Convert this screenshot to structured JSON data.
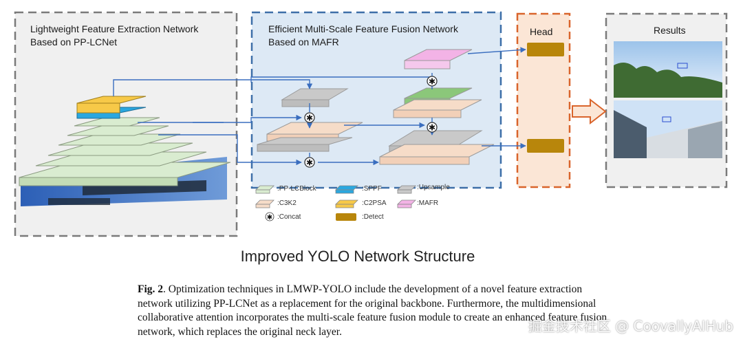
{
  "panels": {
    "extraction": "Lightweight Feature Extraction Network Based on PP-LCNet",
    "extraction_line1": "Lightweight Feature Extraction Network",
    "extraction_line2": "Based on PP-LCNet",
    "fusion_line1": "Efficient Multi-Scale Feature Fusion Network",
    "fusion_line2": "Based on MAFR",
    "head": "Head",
    "results": "Results"
  },
  "legend": [
    {
      "label": ":PP-LCBlock",
      "color": "#d9ecd0"
    },
    {
      "label": ":SPPF",
      "color": "#2aa7df"
    },
    {
      "label": ":Upsample",
      "color": "#c9c9c9"
    },
    {
      "label": ":C3K2",
      "color": "#f6dcc8"
    },
    {
      "label": ":C2PSA",
      "color": "#f7c948"
    },
    {
      "label": ":MAFR",
      "color": "#f3b3e6"
    },
    {
      "label": ":Concat",
      "color": "#ffffff"
    },
    {
      "label": ":Detect",
      "color": "#b8860b"
    }
  ],
  "title": "Improved YOLO Network Structure",
  "caption": {
    "fig": "Fig. 2",
    "line1": ". Optimization techniques in LMWP-YOLO include the development of a novel feature extraction",
    "line2": "network utilizing PP-LCNet as a replacement for the original backbone. Furthermore, the multidimensional",
    "line3": "collaborative attention incorporates the multi-scale feature fusion module to create an enhanced feature fusion",
    "line4": "network, which replaces the original neck layer."
  },
  "watermark": "掘金技术社区 @ CoovallyAIHub",
  "colors": {
    "fusion_bg": "#dde9f5",
    "fusion_border": "#3d6fa8",
    "head_bg": "#fbe6d6",
    "head_border": "#d9642b",
    "detect": "#b8860b",
    "arrow": "#3a6ebf"
  }
}
